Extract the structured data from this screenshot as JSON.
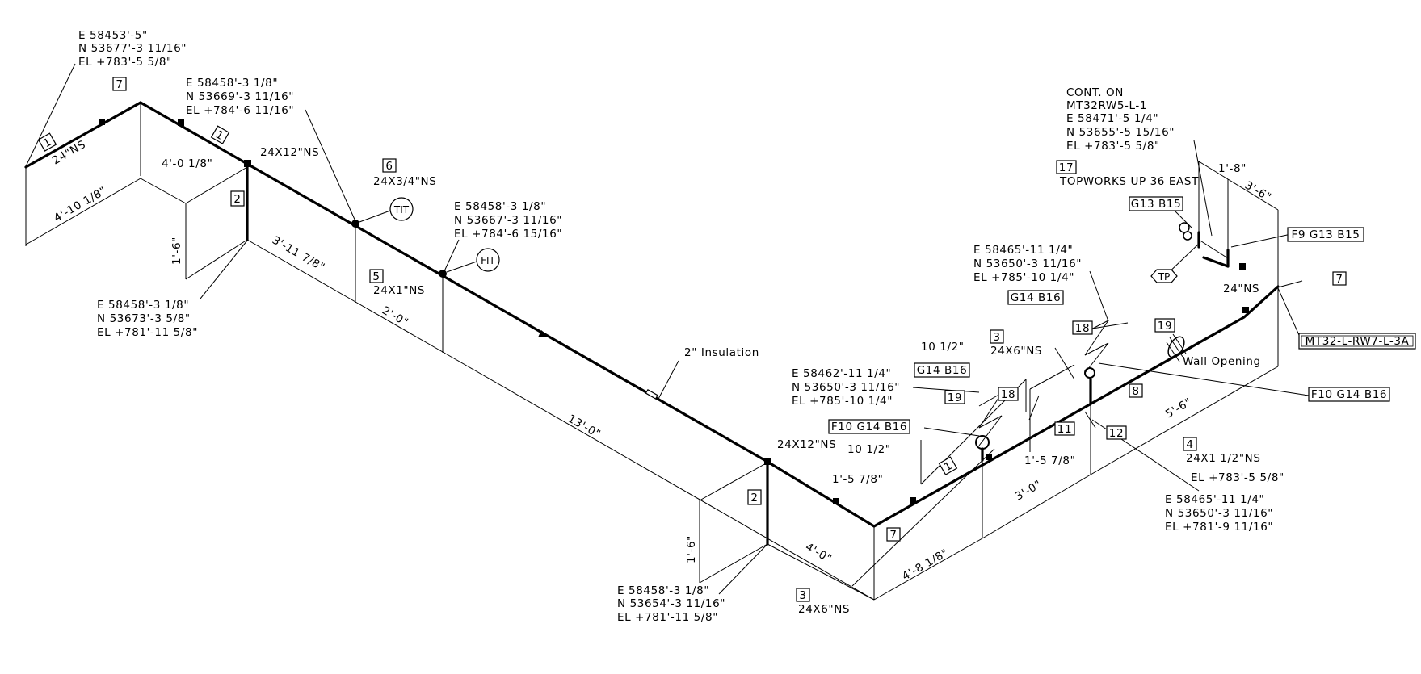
{
  "title_block": {
    "note": ""
  },
  "coordinates": {
    "c1": [
      "E 58453'-5\"",
      "N 53677'-3 11/16\"",
      "EL +783'-5 5/8\""
    ],
    "c2": [
      "E 58458'-3 1/8\"",
      "N 53669'-3 11/16\"",
      "EL +784'-6 11/16\""
    ],
    "c3": [
      "E 58458'-3 1/8\"",
      "N 53667'-3 11/16\"",
      "EL +784'-6 15/16\""
    ],
    "c4": [
      "E 58458'-3 1/8\"",
      "N 53673'-3 5/8\"",
      "EL +781'-11 5/8\""
    ],
    "c5": [
      "E 58458'-3 1/8\"",
      "N 53654'-3 11/16\"",
      "EL +781'-11 5/8\""
    ],
    "c6": [
      "E 58462'-11 1/4\"",
      "N 53650'-3 11/16\"",
      "EL +785'-10 1/4\""
    ],
    "c7": [
      "E 58465'-11 1/4\"",
      "N 53650'-3 11/16\"",
      "EL +785'-10 1/4\""
    ],
    "c8": [
      "E 58465'-11 1/4\"",
      "N 53650'-3 11/16\"",
      "EL +781'-9 11/16\""
    ],
    "c9": [
      "CONT. ON",
      "MT32RW5-L-1",
      "E 58471'-5 1/4\"",
      "N 53655'-5 15/16\"",
      "EL +783'-5 5/8\""
    ]
  },
  "dimensions": {
    "d_4_10": "4'-10 1/8\"",
    "d_4_0": "4'-0 1/8\"",
    "d_1_6a": "1'-6\"",
    "d_3_11": "3'-11 7/8\"",
    "d_2_0": "2'-0\"",
    "d_13_0": "13'-0\"",
    "d_1_6b": "1'-6\"",
    "d_4_0b": "4'-0\"",
    "d_4_8": "4'-8 1/8\"",
    "d_3_0": "3'-0\"",
    "d_5_6": "5'-6\"",
    "d_1_5a": "1'-5 7/8\"",
    "d_1_5b": "1'-5 7/8\"",
    "d_10_5a": "10 1/2\"",
    "d_10_5b": "10 1/2\"",
    "d_1_8": "1'-8\"",
    "d_3_6": "3'-6\""
  },
  "sizes": {
    "s24ns": "24\"NS",
    "s24x12a": "24X12\"NS",
    "s24x34": "24X3/4\"NS",
    "s24x1": "24X1\"NS",
    "s24x12b": "24X12\"NS",
    "s24x6a": "24X6\"NS",
    "s24x6b": "24X6\"NS",
    "s24x112": "24X1 1/2\"NS",
    "s24ns_r": "24\"NS"
  },
  "notes": {
    "insulation": "2\" Insulation",
    "wall_opening": "Wall Opening",
    "topworks": "TOPWORKS UP 36 EAST",
    "el_783": "EL +783'-5 5/8\""
  },
  "instruments": {
    "tit": "TIT",
    "fit": "FIT",
    "tp": "TP"
  },
  "tags": {
    "t1a": "1",
    "t7a": "7",
    "t1b": "1",
    "t2a": "2",
    "t6": "6",
    "t5": "5",
    "t2b": "2",
    "t7b": "7",
    "t3a": "3",
    "t1c": "1",
    "t3b": "3",
    "t18a": "18",
    "t19a": "19",
    "t18b": "18",
    "t19b": "19",
    "t11": "11",
    "t12": "12",
    "t8": "8",
    "t4": "4",
    "t17": "17",
    "t7c": "7"
  },
  "specs": {
    "g13b15": "G13 B15",
    "f9g13b15": "F9 G13 B15",
    "g14b16a": "G14 B16",
    "g14b16b": "G14 B16",
    "f10g14b16a": "F10 G14 B16",
    "f10g14b16b": "F10 G14 B16",
    "drawing_ref": "MT32-L-RW7-L-3A"
  }
}
